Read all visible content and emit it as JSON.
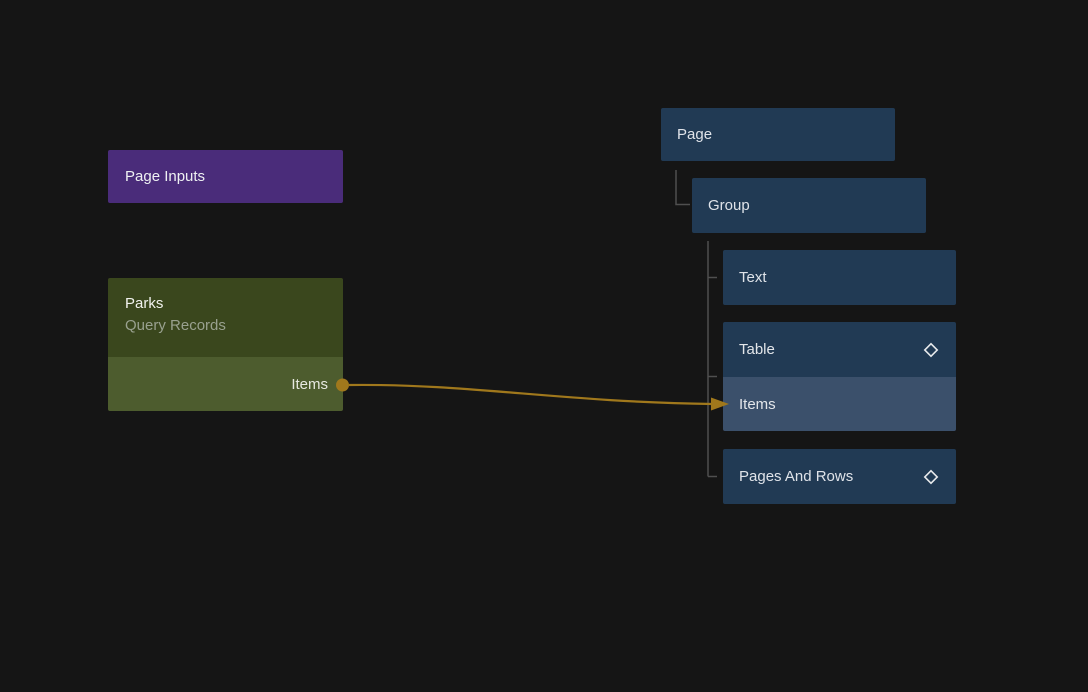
{
  "app": {
    "type": "flow-editor-canvas",
    "background": "#151515"
  },
  "colors": {
    "page_inputs_node": "#4a2c7a",
    "parks_header": "#3a471d",
    "parks_footer": "#4d5c2e",
    "tree_node": "#213a54",
    "tree_node_highlight": "#3b506b",
    "connection_wire": "#a0781c",
    "tree_line": "#4f4f4f",
    "text_primary": "#e3e6ea",
    "text_muted": "#99a18f"
  },
  "left_nodes": {
    "page_inputs_label": "Page Inputs",
    "parks_title": "Parks",
    "parks_subtitle": "Query Records",
    "parks_output_label": "Items"
  },
  "tree": {
    "page_label": "Page",
    "group_label": "Group",
    "text_label": "Text",
    "table_label": "Table",
    "table_items_label": "Items",
    "pages_and_rows_label": "Pages And Rows"
  },
  "connection": {
    "from": "Parks Items output port",
    "to": "Table Items row",
    "color": "#a0781c"
  }
}
